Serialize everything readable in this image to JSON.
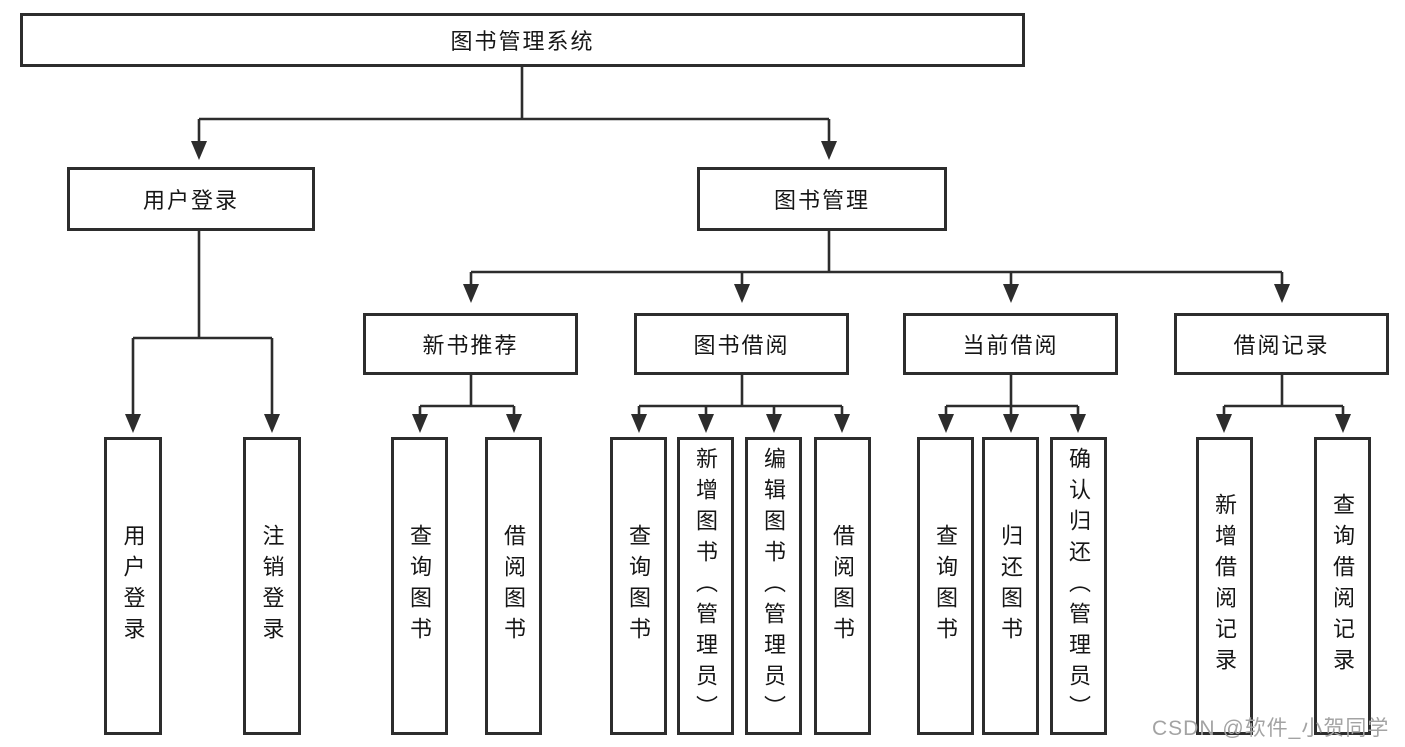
{
  "colors": {
    "background": "#ffffff",
    "line": "#2d2d2d",
    "text": "#161616",
    "watermark": "#a3a3a3"
  },
  "watermark": "CSDN @软件_小贺同学",
  "tree": {
    "label": "图书管理系统",
    "children": [
      {
        "label": "用户登录",
        "children": [
          {
            "label": "用户登录"
          },
          {
            "label": "注销登录"
          }
        ]
      },
      {
        "label": "图书管理",
        "children": [
          {
            "label": "新书推荐",
            "children": [
              {
                "label": "查询图书"
              },
              {
                "label": "借阅图书"
              }
            ]
          },
          {
            "label": "图书借阅",
            "children": [
              {
                "label": "查询图书"
              },
              {
                "label": "新增图书（管理员）"
              },
              {
                "label": "编辑图书（管理员）"
              },
              {
                "label": "借阅图书"
              }
            ]
          },
          {
            "label": "当前借阅",
            "children": [
              {
                "label": "查询图书"
              },
              {
                "label": "归还图书"
              },
              {
                "label": "确认归还（管理员）"
              }
            ]
          },
          {
            "label": "借阅记录",
            "children": [
              {
                "label": "新增借阅记录"
              },
              {
                "label": "查询借阅记录"
              }
            ]
          }
        ]
      }
    ]
  }
}
